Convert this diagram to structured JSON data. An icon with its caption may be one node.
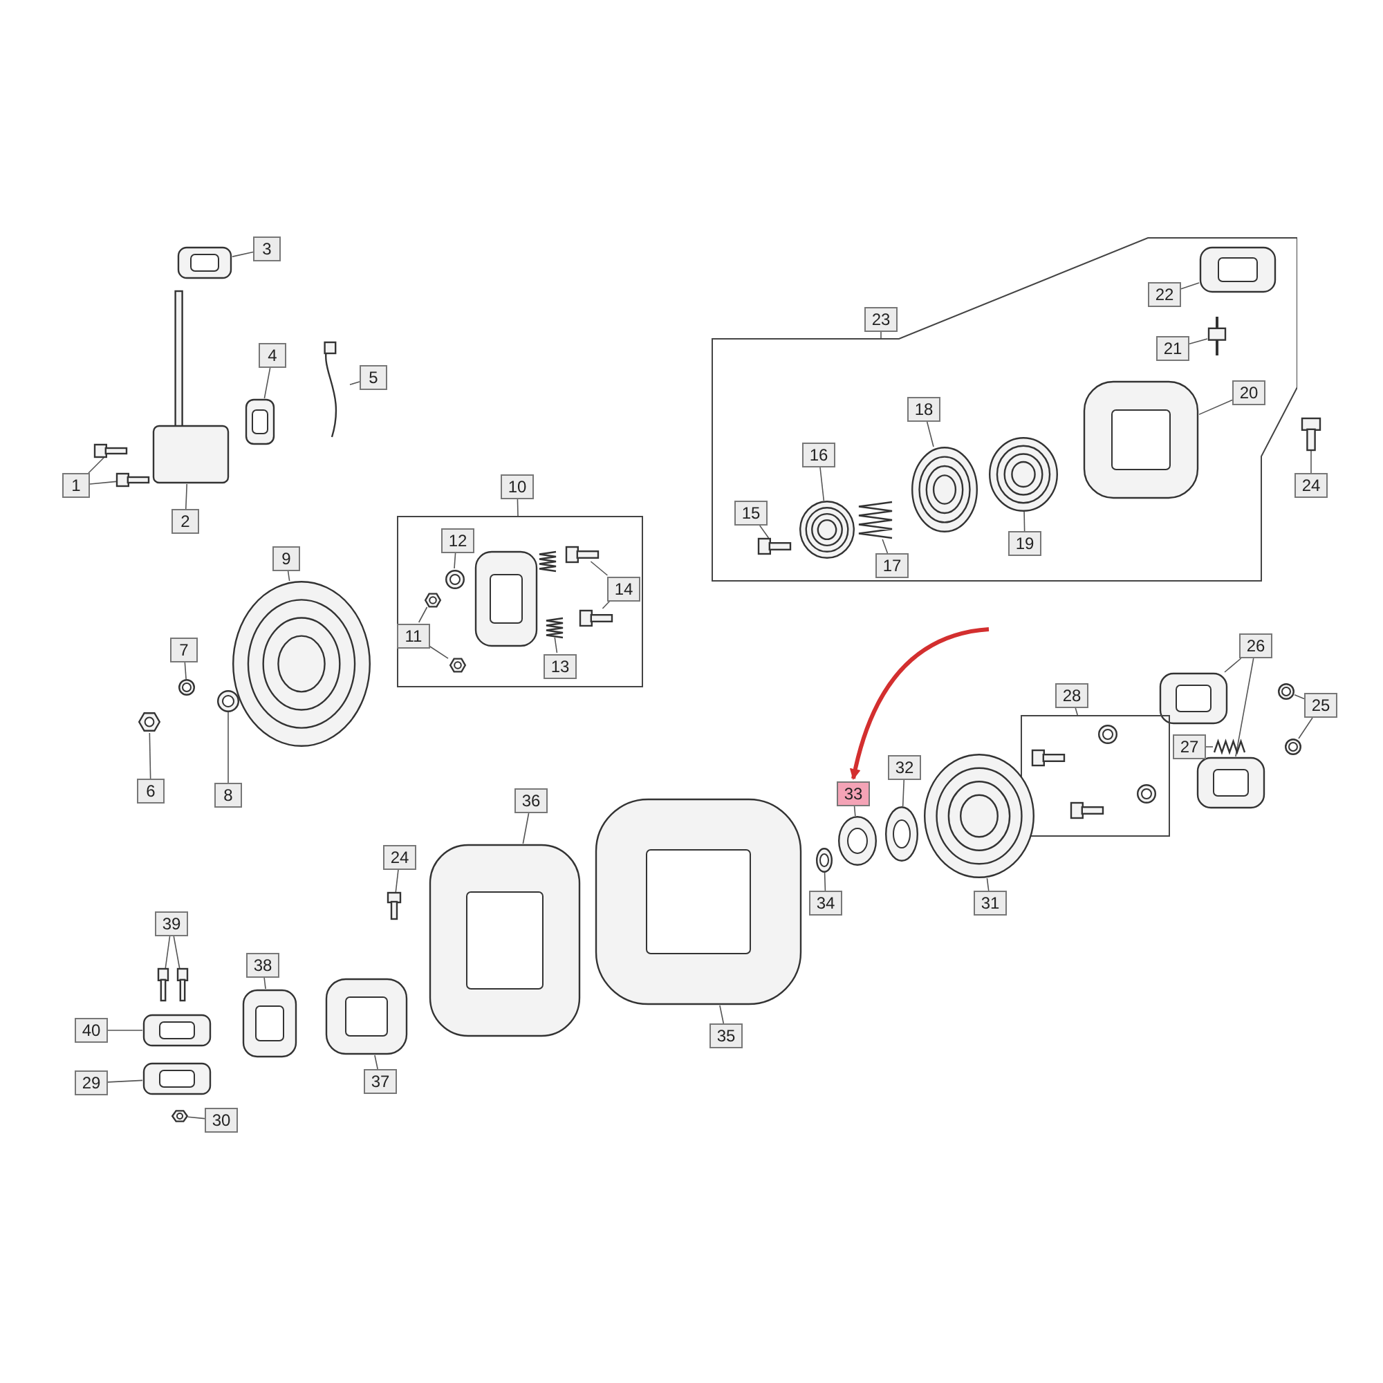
{
  "diagram": {
    "nodes": [
      {
        "text": [
          "3"
        ]
      },
      {
        "text": [],
        "shape": "picture"
      },
      {
        "text": [
          "4"
        ]
      },
      {
        "text": [],
        "shape": "picture"
      },
      {
        "text": [
          "5"
        ]
      },
      {
        "text": [],
        "shape": "picture"
      },
      {
        "text": [
          "1"
        ]
      },
      {
        "text": [],
        "shape": "picture"
      },
      {
        "text": [],
        "shape": "picture"
      },
      {
        "text": [
          "2"
        ]
      },
      {
        "text": [],
        "shape": "picture"
      },
      {
        "text": [
          "23"
        ]
      },
      {
        "text": [],
        "shape": "box"
      },
      {
        "text": [
          "22"
        ],
        "in": 12
      },
      {
        "text": [],
        "shape": "picture",
        "in": 12
      },
      {
        "text": [
          "21"
        ],
        "in": 12
      },
      {
        "text": [],
        "shape": "picture",
        "in": 12
      },
      {
        "text": [
          "20"
        ],
        "in": 12
      },
      {
        "text": [],
        "shape": "picture",
        "in": 12
      },
      {
        "text": [
          "16"
        ],
        "in": 12
      },
      {
        "text": [],
        "shape": "picture",
        "in": 12
      },
      {
        "text": [
          "18"
        ],
        "in": 12
      },
      {
        "text": [],
        "shape": "picture",
        "in": 12
      },
      {
        "text": [
          "15"
        ],
        "in": 12
      },
      {
        "text": [],
        "shape": "picture",
        "in": 12
      },
      {
        "text": [
          "17"
        ],
        "in": 12
      },
      {
        "text": [],
        "shape": "picture",
        "in": 12
      },
      {
        "text": [
          "19"
        ],
        "in": 12
      },
      {
        "text": [],
        "shape": "picture",
        "in": 12
      },
      {
        "text": [
          "24"
        ]
      },
      {
        "text": [],
        "shape": "picture"
      },
      {
        "text": [
          "10"
        ]
      },
      {
        "text": [],
        "shape": "box"
      },
      {
        "text": [
          "12"
        ],
        "in": 32
      },
      {
        "text": [],
        "shape": "picture",
        "in": 32
      },
      {
        "text": [
          "11"
        ],
        "in": 32
      },
      {
        "text": [],
        "shape": "picture",
        "in": 32
      },
      {
        "text": [],
        "shape": "picture",
        "in": 32
      },
      {
        "text": [],
        "shape": "picture",
        "in": 32
      },
      {
        "text": [],
        "shape": "picture",
        "in": 32
      },
      {
        "text": [],
        "shape": "picture",
        "in": 32
      },
      {
        "text": [
          "13"
        ],
        "in": 32
      },
      {
        "text": [],
        "shape": "picture",
        "in": 32
      },
      {
        "text": [],
        "shape": "picture",
        "in": 32
      },
      {
        "text": [
          "14"
        ],
        "in": 32
      },
      {
        "text": [
          "9"
        ]
      },
      {
        "text": [],
        "shape": "picture"
      },
      {
        "text": [
          "7"
        ]
      },
      {
        "text": [],
        "shape": "picture"
      },
      {
        "text": [
          "8"
        ]
      },
      {
        "text": [],
        "shape": "picture"
      },
      {
        "text": [
          "6"
        ]
      },
      {
        "text": [],
        "shape": "picture"
      },
      {
        "text": [
          "26"
        ]
      },
      {
        "text": [],
        "shape": "picture"
      },
      {
        "text": [],
        "shape": "picture"
      },
      {
        "text": [
          "27"
        ]
      },
      {
        "text": [],
        "shape": "picture"
      },
      {
        "text": [
          "25"
        ]
      },
      {
        "text": [],
        "shape": "picture"
      },
      {
        "text": [],
        "shape": "picture"
      },
      {
        "text": [
          "28"
        ]
      },
      {
        "text": [],
        "shape": "box"
      },
      {
        "text": [],
        "shape": "picture",
        "in": 62
      },
      {
        "text": [],
        "shape": "picture",
        "in": 62
      },
      {
        "text": [],
        "shape": "picture",
        "in": 62
      },
      {
        "text": [],
        "shape": "picture",
        "in": 62
      },
      {
        "text": [
          "32"
        ]
      },
      {
        "text": [],
        "shape": "picture"
      },
      {
        "text": [
          "33"
        ]
      },
      {
        "text": [],
        "shape": "picture"
      },
      {
        "text": [
          "34"
        ]
      },
      {
        "text": [],
        "shape": "picture"
      },
      {
        "text": [
          "31"
        ]
      },
      {
        "text": [],
        "shape": "picture"
      },
      {
        "text": [
          "36"
        ]
      },
      {
        "text": [],
        "shape": "picture"
      },
      {
        "text": [
          "24"
        ]
      },
      {
        "text": [],
        "shape": "picture"
      },
      {
        "text": [
          "35"
        ]
      },
      {
        "text": [],
        "shape": "picture"
      },
      {
        "text": [
          "39"
        ]
      },
      {
        "text": [],
        "shape": "picture"
      },
      {
        "text": [],
        "shape": "picture"
      },
      {
        "text": [
          "38"
        ]
      },
      {
        "text": [],
        "shape": "picture"
      },
      {
        "text": [
          "40"
        ]
      },
      {
        "text": [],
        "shape": "picture"
      },
      {
        "text": [
          "37"
        ]
      },
      {
        "text": [],
        "shape": "picture"
      },
      {
        "text": [
          "29"
        ]
      },
      {
        "text": [],
        "shape": "picture"
      },
      {
        "text": [
          "30"
        ]
      },
      {
        "text": [],
        "shape": "picture"
      }
    ],
    "edges": [
      {
        "from": 0,
        "to": 1,
        "arrow": "none"
      },
      {
        "from": 2,
        "to": 3,
        "arrow": "none"
      },
      {
        "from": 4,
        "to": 5,
        "arrow": "none"
      },
      {
        "from": 6,
        "to": 7,
        "arrow": "none"
      },
      {
        "from": 6,
        "to": 8,
        "arrow": "none"
      },
      {
        "from": 9,
        "to": 10,
        "arrow": "none"
      },
      {
        "from": 11,
        "to": 12,
        "arrow": "none"
      },
      {
        "from": 13,
        "to": 14,
        "arrow": "none"
      },
      {
        "from": 15,
        "to": 16,
        "arrow": "none"
      },
      {
        "from": 17,
        "to": 18,
        "arrow": "none"
      },
      {
        "from": 19,
        "to": 20,
        "arrow": "none"
      },
      {
        "from": 21,
        "to": 22,
        "arrow": "none"
      },
      {
        "from": 23,
        "to": 24,
        "arrow": "none"
      },
      {
        "from": 25,
        "to": 26,
        "arrow": "none"
      },
      {
        "from": 27,
        "to": 28,
        "arrow": "none"
      },
      {
        "from": 29,
        "to": 30,
        "arrow": "none"
      },
      {
        "from": 31,
        "to": 32,
        "arrow": "none"
      },
      {
        "from": 33,
        "to": 34,
        "arrow": "none"
      },
      {
        "from": 35,
        "to": 36,
        "arrow": "none"
      },
      {
        "from": 35,
        "to": 37,
        "arrow": "none"
      },
      {
        "from": 41,
        "to": 40,
        "arrow": "none"
      },
      {
        "from": 44,
        "to": 42,
        "arrow": "none"
      },
      {
        "from": 44,
        "to": 43,
        "arrow": "none"
      },
      {
        "from": 45,
        "to": 46,
        "arrow": "none"
      },
      {
        "from": 47,
        "to": 48,
        "arrow": "none"
      },
      {
        "from": 49,
        "to": 50,
        "arrow": "none"
      },
      {
        "from": 51,
        "to": 52,
        "arrow": "none"
      },
      {
        "from": 53,
        "to": 54,
        "arrow": "none"
      },
      {
        "from": 53,
        "to": 55,
        "arrow": "none"
      },
      {
        "from": 56,
        "to": 57,
        "arrow": "none"
      },
      {
        "from": 58,
        "to": 59,
        "arrow": "none"
      },
      {
        "from": 58,
        "to": 60,
        "arrow": "none"
      },
      {
        "from": 61,
        "to": 62,
        "arrow": "none"
      },
      {
        "from": 67,
        "to": 68,
        "arrow": "none"
      },
      {
        "from": 69,
        "to": 70,
        "arrow": "none"
      },
      {
        "from": 71,
        "to": 72,
        "arrow": "none"
      },
      {
        "from": 73,
        "to": 74,
        "arrow": "none"
      },
      {
        "from": 75,
        "to": 76,
        "arrow": "none"
      },
      {
        "from": 77,
        "to": 78,
        "arrow": "none"
      },
      {
        "from": 79,
        "to": 80,
        "arrow": "none"
      },
      {
        "from": 81,
        "to": 82,
        "arrow": "none"
      },
      {
        "from": 81,
        "to": 83,
        "arrow": "none"
      },
      {
        "from": 84,
        "to": 85,
        "arrow": "none"
      },
      {
        "from": 86,
        "to": 87,
        "arrow": "none"
      },
      {
        "from": 88,
        "to": 89,
        "arrow": "none"
      },
      {
        "from": 90,
        "to": 91,
        "arrow": "none"
      },
      {
        "from": 92,
        "to": 93,
        "arrow": "none"
      },
      {
        "from": null,
        "to": 69,
        "arrow": "to",
        "style": "thick",
        "color": "#d32f2f"
      }
    ]
  }
}
